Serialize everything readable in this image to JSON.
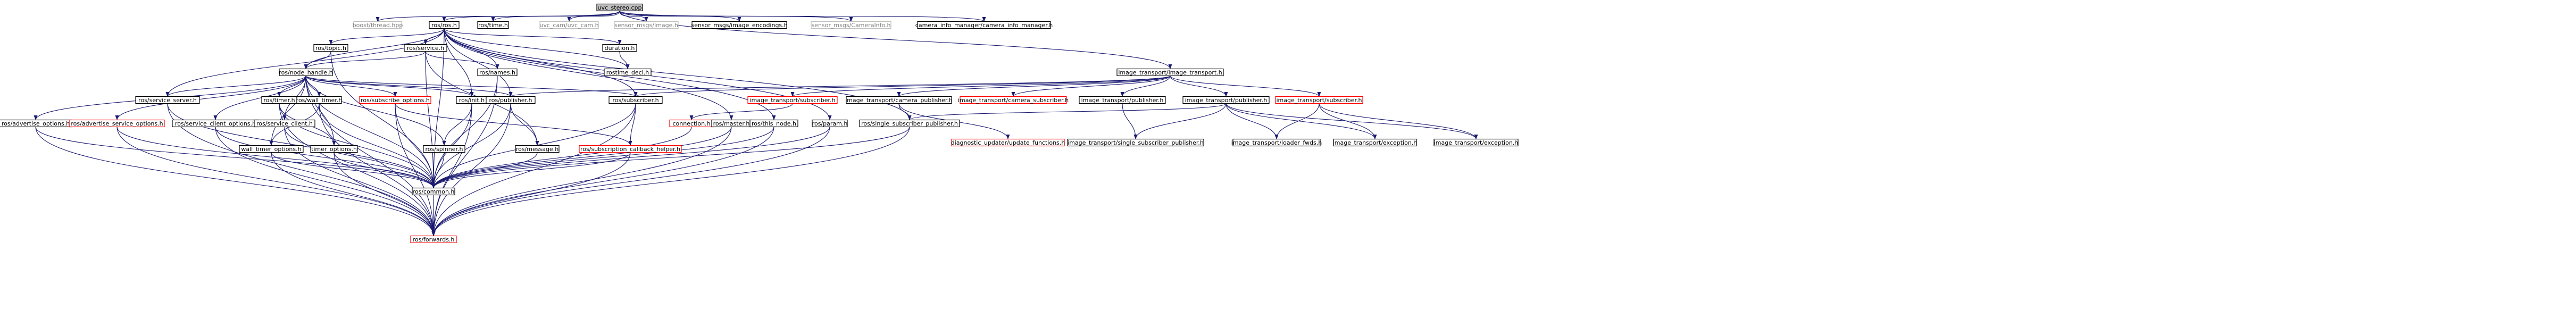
{
  "colors": {
    "edge": "#191970",
    "root_fill": "#bfbfbf",
    "node_border": "#000000",
    "missing_border": "#bfbfbf",
    "broken_border": "#ff0000",
    "text": "#000000",
    "missing_text": "#7f7f7f"
  },
  "nodes": [
    {
      "id": "uvc_stereo",
      "label": "uvc_stereo.cpp",
      "style": "root"
    },
    {
      "id": "boost_thread",
      "label": "boost/thread.hpp",
      "style": "missing"
    },
    {
      "id": "ros_ros",
      "label": "ros/ros.h",
      "style": "normal"
    },
    {
      "id": "ros_time",
      "label": "ros/time.h",
      "style": "normal"
    },
    {
      "id": "uvc_cam",
      "label": "uvc_cam/uvc_cam.h",
      "style": "missing"
    },
    {
      "id": "sensor_image",
      "label": "sensor_msgs/Image.h",
      "style": "missing"
    },
    {
      "id": "sensor_image_enc",
      "label": "sensor_msgs/image_encodings.h",
      "style": "normal"
    },
    {
      "id": "sensor_caminfo",
      "label": "sensor_msgs/CameraInfo.h",
      "style": "missing"
    },
    {
      "id": "caminfo_mgr",
      "label": "camera_info_manager/camera_info_manager.h",
      "style": "normal"
    },
    {
      "id": "image_transport",
      "label": "image_transport/image_transport.h",
      "style": "normal"
    },
    {
      "id": "ros_topic",
      "label": "ros/topic.h",
      "style": "normal"
    },
    {
      "id": "ros_service",
      "label": "ros/service.h",
      "style": "normal"
    },
    {
      "id": "duration",
      "label": "duration.h",
      "style": "normal"
    },
    {
      "id": "ros_node_handle",
      "label": "ros/node_handle.h",
      "style": "normal"
    },
    {
      "id": "ros_names",
      "label": "ros/names.h",
      "style": "normal"
    },
    {
      "id": "rostime_decl",
      "label": "rostime_decl.h",
      "style": "normal"
    },
    {
      "id": "ros_service_server",
      "label": "ros/service_server.h",
      "style": "normal"
    },
    {
      "id": "ros_timer",
      "label": "ros/timer.h",
      "style": "normal"
    },
    {
      "id": "ros_wall_timer",
      "label": "ros/wall_timer.h",
      "style": "normal"
    },
    {
      "id": "ros_subscribe_options",
      "label": "ros/subscribe_options.h",
      "style": "broken"
    },
    {
      "id": "ros_init",
      "label": "ros/init.h",
      "style": "normal"
    },
    {
      "id": "ros_publisher",
      "label": "ros/publisher.h",
      "style": "normal"
    },
    {
      "id": "ros_subscriber",
      "label": "ros/subscriber.h",
      "style": "normal"
    },
    {
      "id": "it_subscriber_a",
      "label": "image_transport/subscriber.h",
      "style": "broken"
    },
    {
      "id": "it_camera_publisher",
      "label": "image_transport/camera_publisher.h",
      "style": "normal"
    },
    {
      "id": "it_camera_subscriber",
      "label": "image_transport/camera_subscriber.h",
      "style": "broken"
    },
    {
      "id": "it_publisher_a",
      "label": "image_transport/publisher.h",
      "style": "normal"
    },
    {
      "id": "it_publisher_b",
      "label": "image_transport/publisher.h",
      "style": "normal"
    },
    {
      "id": "it_subscriber_b",
      "label": "image_transport/subscriber.h",
      "style": "broken"
    },
    {
      "id": "ros_advertise_options",
      "label": "ros/advertise_options.h",
      "style": "normal"
    },
    {
      "id": "ros_advertise_service_options",
      "label": "ros/advertise_service_options.h",
      "style": "broken"
    },
    {
      "id": "ros_service_client_options",
      "label": "ros/service_client_options.h",
      "style": "normal"
    },
    {
      "id": "ros_service_client",
      "label": "ros/service_client.h",
      "style": "normal"
    },
    {
      "id": "wall_timer_options",
      "label": "wall_timer_options.h",
      "style": "normal"
    },
    {
      "id": "timer_options",
      "label": "timer_options.h",
      "style": "normal"
    },
    {
      "id": "ros_spinner",
      "label": "ros/spinner.h",
      "style": "normal"
    },
    {
      "id": "ros_message",
      "label": "ros/message.h",
      "style": "normal"
    },
    {
      "id": "ros_sub_cb_helper",
      "label": "ros/subscription_callback_helper.h",
      "style": "broken"
    },
    {
      "id": "connection",
      "label": "connection.h",
      "style": "broken"
    },
    {
      "id": "ros_master",
      "label": "ros/master.h",
      "style": "normal"
    },
    {
      "id": "ros_this_node",
      "label": "ros/this_node.h",
      "style": "normal"
    },
    {
      "id": "ros_param",
      "label": "ros/param.h",
      "style": "normal"
    },
    {
      "id": "ros_single_sub_pub",
      "label": "ros/single_subscriber_publisher.h",
      "style": "normal"
    },
    {
      "id": "diag_update_functions",
      "label": "diagnostic_updater/update_functions.h",
      "style": "broken"
    },
    {
      "id": "it_single_sub_pub",
      "label": "image_transport/single_subscriber_publisher.h",
      "style": "normal"
    },
    {
      "id": "it_loader_fwds",
      "label": "image_transport/loader_fwds.h",
      "style": "normal"
    },
    {
      "id": "it_exception_a",
      "label": "image_transport/exception.h",
      "style": "normal"
    },
    {
      "id": "it_exception_b",
      "label": "image_transport/exception.h",
      "style": "normal"
    },
    {
      "id": "ros_common",
      "label": "ros/common.h",
      "style": "normal"
    },
    {
      "id": "ros_forwards",
      "label": "ros/forwards.h",
      "style": "broken"
    }
  ],
  "edges": [
    [
      "uvc_stereo",
      "boost_thread"
    ],
    [
      "uvc_stereo",
      "ros_ros"
    ],
    [
      "uvc_stereo",
      "ros_time"
    ],
    [
      "uvc_stereo",
      "uvc_cam"
    ],
    [
      "uvc_stereo",
      "sensor_image"
    ],
    [
      "uvc_stereo",
      "sensor_image_enc"
    ],
    [
      "uvc_stereo",
      "sensor_caminfo"
    ],
    [
      "uvc_stereo",
      "caminfo_mgr"
    ],
    [
      "uvc_stereo",
      "image_transport"
    ],
    [
      "ros_ros",
      "ros_topic"
    ],
    [
      "ros_ros",
      "ros_service"
    ],
    [
      "ros_ros",
      "duration"
    ],
    [
      "ros_ros",
      "ros_node_handle"
    ],
    [
      "ros_ros",
      "ros_names"
    ],
    [
      "ros_ros",
      "rostime_decl"
    ],
    [
      "ros_ros",
      "ros_init"
    ],
    [
      "ros_ros",
      "ros_publisher"
    ],
    [
      "ros_ros",
      "ros_subscriber"
    ],
    [
      "ros_ros",
      "ros_master"
    ],
    [
      "ros_ros",
      "ros_this_node"
    ],
    [
      "ros_ros",
      "ros_param"
    ],
    [
      "ros_ros",
      "ros_single_sub_pub"
    ],
    [
      "ros_ros",
      "ros_common"
    ],
    [
      "ros_ros",
      "ros_service_server"
    ],
    [
      "ros_topic",
      "ros_node_handle"
    ],
    [
      "ros_topic",
      "ros_common"
    ],
    [
      "ros_service",
      "ros_node_handle"
    ],
    [
      "ros_service",
      "ros_names"
    ],
    [
      "ros_service",
      "ros_common"
    ],
    [
      "ros_service",
      "ros_message"
    ],
    [
      "duration",
      "rostime_decl"
    ],
    [
      "ros_node_handle",
      "ros_service_server"
    ],
    [
      "ros_node_handle",
      "ros_timer"
    ],
    [
      "ros_node_handle",
      "ros_wall_timer"
    ],
    [
      "ros_node_handle",
      "ros_subscribe_options"
    ],
    [
      "ros_node_handle",
      "ros_init"
    ],
    [
      "ros_node_handle",
      "ros_publisher"
    ],
    [
      "ros_node_handle",
      "ros_subscriber"
    ],
    [
      "ros_node_handle",
      "ros_advertise_options"
    ],
    [
      "ros_node_handle",
      "ros_advertise_service_options"
    ],
    [
      "ros_node_handle",
      "ros_service_client_options"
    ],
    [
      "ros_node_handle",
      "ros_service_client"
    ],
    [
      "ros_node_handle",
      "wall_timer_options"
    ],
    [
      "ros_node_handle",
      "timer_options"
    ],
    [
      "ros_node_handle",
      "ros_spinner"
    ],
    [
      "ros_node_handle",
      "ros_common"
    ],
    [
      "ros_node_handle",
      "ros_forwards"
    ],
    [
      "ros_names",
      "ros_common"
    ],
    [
      "ros_names",
      "ros_forwards"
    ],
    [
      "ros_service_server",
      "ros_common"
    ],
    [
      "ros_service_server",
      "ros_forwards"
    ],
    [
      "ros_timer",
      "timer_options"
    ],
    [
      "ros_timer",
      "ros_common"
    ],
    [
      "ros_timer",
      "ros_forwards"
    ],
    [
      "ros_wall_timer",
      "wall_timer_options"
    ],
    [
      "ros_wall_timer",
      "ros_common"
    ],
    [
      "ros_wall_timer",
      "ros_forwards"
    ],
    [
      "ros_subscribe_options",
      "ros_sub_cb_helper"
    ],
    [
      "ros_subscribe_options",
      "ros_common"
    ],
    [
      "ros_subscribe_options",
      "ros_forwards"
    ],
    [
      "ros_init",
      "ros_spinner"
    ],
    [
      "ros_init",
      "ros_common"
    ],
    [
      "ros_init",
      "ros_forwards"
    ],
    [
      "ros_publisher",
      "ros_message"
    ],
    [
      "ros_publisher",
      "ros_common"
    ],
    [
      "ros_publisher",
      "ros_forwards"
    ],
    [
      "ros_subscriber",
      "ros_sub_cb_helper"
    ],
    [
      "ros_subscriber",
      "ros_common"
    ],
    [
      "ros_subscriber",
      "ros_forwards"
    ],
    [
      "image_transport",
      "ros_subscriber"
    ],
    [
      "image_transport",
      "it_subscriber_a"
    ],
    [
      "image_transport",
      "it_camera_publisher"
    ],
    [
      "image_transport",
      "it_camera_subscriber"
    ],
    [
      "image_transport",
      "it_publisher_a"
    ],
    [
      "image_transport",
      "it_publisher_b"
    ],
    [
      "image_transport",
      "it_subscriber_b"
    ],
    [
      "image_transport",
      "ros_publisher"
    ],
    [
      "it_subscriber_a",
      "connection"
    ],
    [
      "it_camera_publisher",
      "ros_single_sub_pub"
    ],
    [
      "it_camera_publisher",
      "diag_update_functions"
    ],
    [
      "it_publisher_a",
      "it_single_sub_pub"
    ],
    [
      "it_publisher_b",
      "ros_single_sub_pub"
    ],
    [
      "it_publisher_b",
      "it_single_sub_pub"
    ],
    [
      "it_publisher_b",
      "it_loader_fwds"
    ],
    [
      "it_publisher_b",
      "it_exception_a"
    ],
    [
      "it_publisher_b",
      "it_exception_b"
    ],
    [
      "it_subscriber_b",
      "it_loader_fwds"
    ],
    [
      "it_subscriber_b",
      "it_exception_a"
    ],
    [
      "it_subscriber_b",
      "it_exception_b"
    ],
    [
      "ros_advertise_options",
      "ros_common"
    ],
    [
      "ros_advertise_options",
      "ros_forwards"
    ],
    [
      "ros_advertise_service_options",
      "ros_common"
    ],
    [
      "ros_advertise_service_options",
      "ros_forwards"
    ],
    [
      "ros_service_client_options",
      "ros_common"
    ],
    [
      "ros_service_client_options",
      "ros_forwards"
    ],
    [
      "ros_service_client",
      "ros_common"
    ],
    [
      "ros_service_client",
      "ros_forwards"
    ],
    [
      "wall_timer_options",
      "ros_common"
    ],
    [
      "wall_timer_options",
      "ros_forwards"
    ],
    [
      "timer_options",
      "ros_common"
    ],
    [
      "timer_options",
      "ros_forwards"
    ],
    [
      "ros_spinner",
      "ros_common"
    ],
    [
      "ros_message",
      "ros_common"
    ],
    [
      "ros_sub_cb_helper",
      "ros_common"
    ],
    [
      "ros_sub_cb_helper",
      "ros_forwards"
    ],
    [
      "connection",
      "ros_common"
    ],
    [
      "ros_master",
      "ros_common"
    ],
    [
      "ros_master",
      "ros_forwards"
    ],
    [
      "ros_this_node",
      "ros_common"
    ],
    [
      "ros_this_node",
      "ros_forwards"
    ],
    [
      "ros_param",
      "ros_common"
    ],
    [
      "ros_param",
      "ros_forwards"
    ],
    [
      "ros_single_sub_pub",
      "ros_common"
    ],
    [
      "ros_single_sub_pub",
      "ros_forwards"
    ],
    [
      "ros_common",
      "ros_forwards"
    ]
  ]
}
